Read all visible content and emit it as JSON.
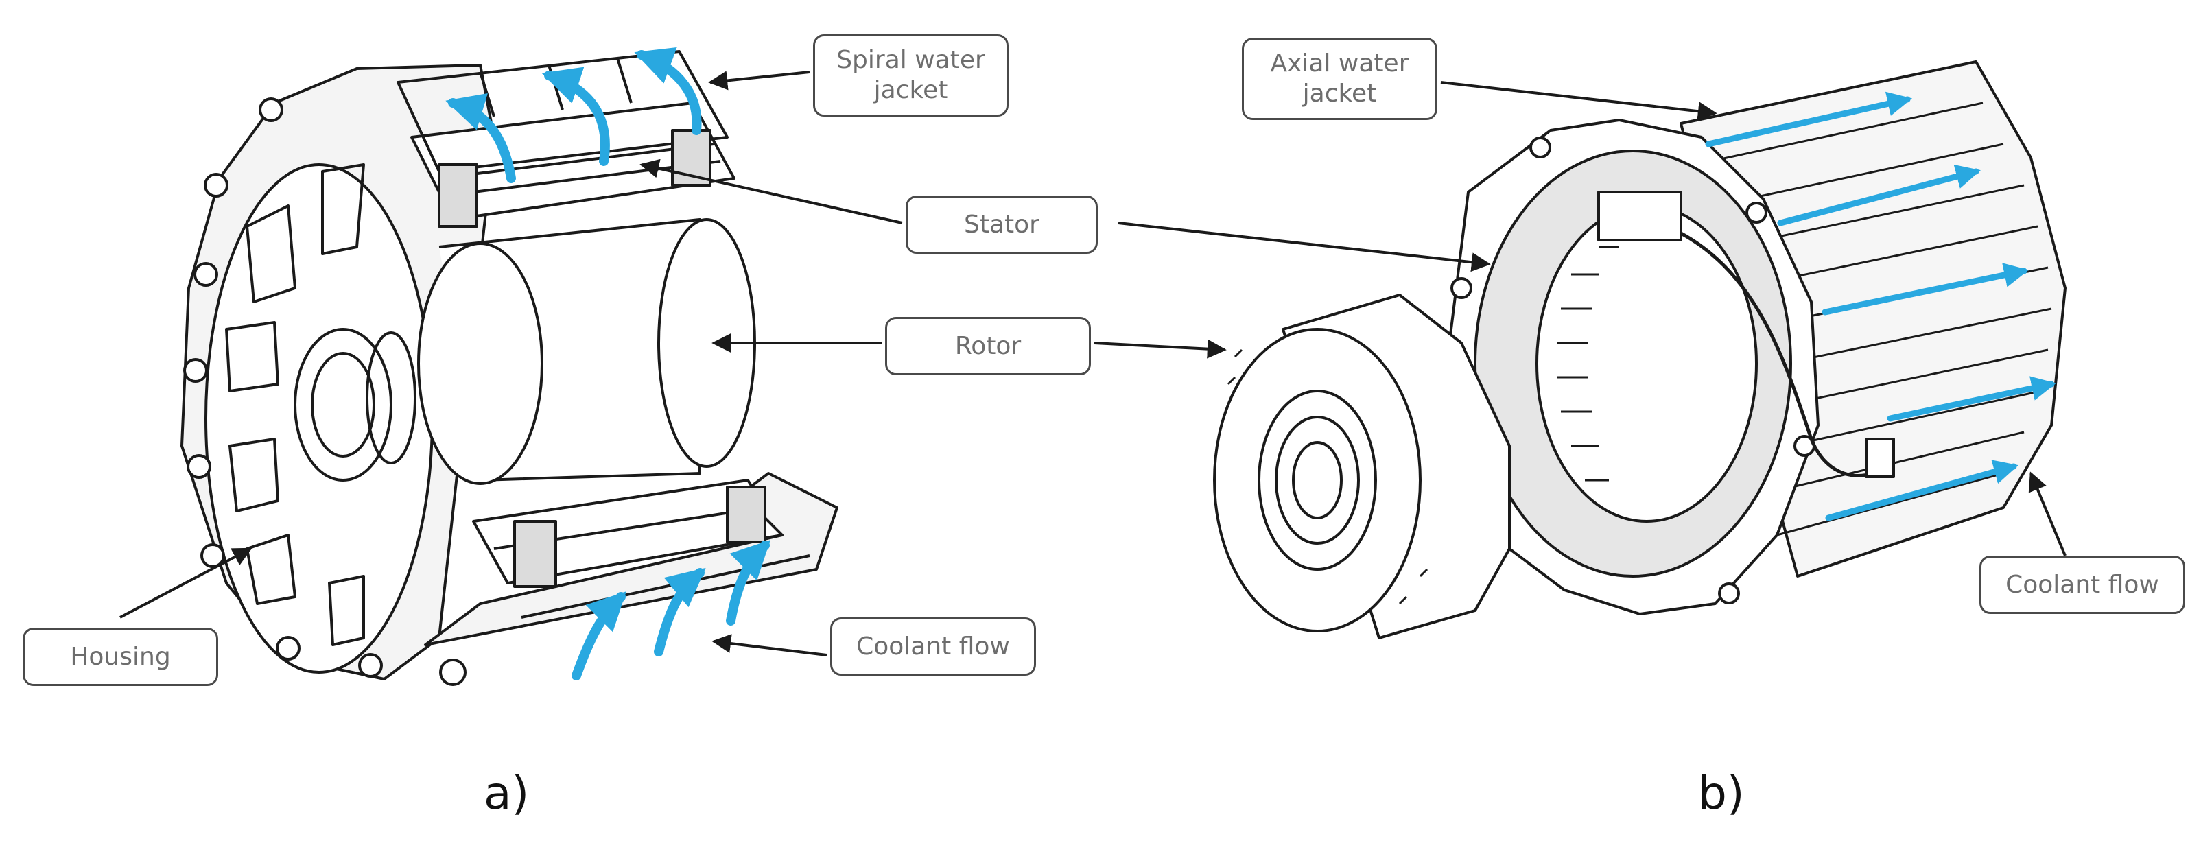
{
  "labels": {
    "spiral_water_jacket": "Spiral water\njacket",
    "stator": "Stator",
    "rotor": "Rotor",
    "housing": "Housing",
    "coolant_flow_a": "Coolant flow",
    "axial_water_jacket": "Axial water\njacket",
    "coolant_flow_b": "Coolant flow"
  },
  "captions": {
    "a": "a)",
    "b": "b)"
  },
  "colors": {
    "coolant": "#29a8e0",
    "line": "#1a1a1a",
    "label_border": "#4a4a4a",
    "label_text": "#6d6d6d"
  }
}
